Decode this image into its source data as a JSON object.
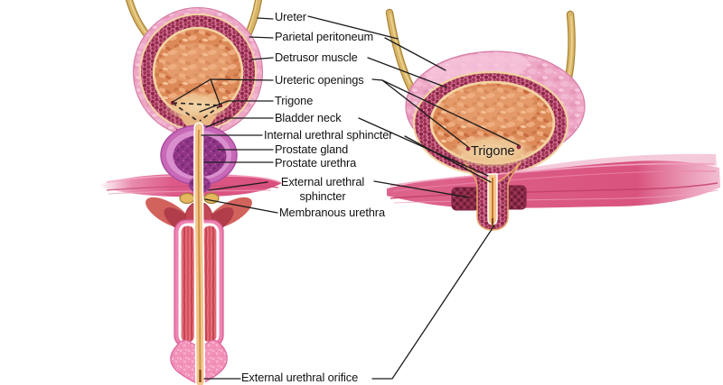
{
  "figure": {
    "description": "Anatomical diagram of the male urinary bladder and urethra: left panel shows a coronal section of bladder, prostate and penile urethra; right panel shows a larger sectioned bladder passing through the pelvic floor.",
    "background_color": "#ffffff",
    "leader_line_color": "#1c1c1c",
    "text_color": "#111111"
  },
  "labels": {
    "ureter": "Ureter",
    "parietal_peritoneum": "Parietal peritoneum",
    "detrusor_muscle": "Detrusor muscle",
    "ureteric_openings": "Ureteric openings",
    "trigone": "Trigone",
    "bladder_neck": "Bladder neck",
    "internal_urethral_sphincter": "Internal urethral sphincter",
    "prostate_gland": "Prostate gland",
    "prostate_urethra": "Prostate urethra",
    "external_urethral_sphincter": "External urethral sphincter",
    "membranous_urethra": "Membranous urethra",
    "trigone_bladder_interior": "Trigone",
    "external_urethral_orifice": "External urethral orifice"
  },
  "colors": {
    "ureter_tan": "#d9b567",
    "peritoneum_pink": "#eda6c5",
    "detrusor_crimson": "#c04764",
    "mucosa_orange": "#dd8a59",
    "trigone_tan": "#f0d2a6",
    "prostate_outer_purple": "#c869b8",
    "prostate_inner_purple": "#8f3486",
    "urethra_tan": "#f2c68c",
    "pelvic_muscle_pink": "#d9537e",
    "sphincter_dark_red": "#8d2c4b",
    "penis_column_red": "#d6505e",
    "glans_pink": "#f392ba"
  }
}
